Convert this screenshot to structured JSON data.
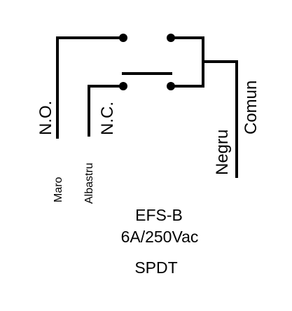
{
  "terminals": {
    "no_label": "N.O.",
    "nc_label": "N.C.",
    "common_label": "Comun"
  },
  "wire_colors": {
    "no_wire": "Maro",
    "nc_wire": "Albastru",
    "common_wire": "Negru"
  },
  "device": {
    "model": "EFS-B",
    "rating": "6A/250Vac",
    "type": "SPDT"
  }
}
